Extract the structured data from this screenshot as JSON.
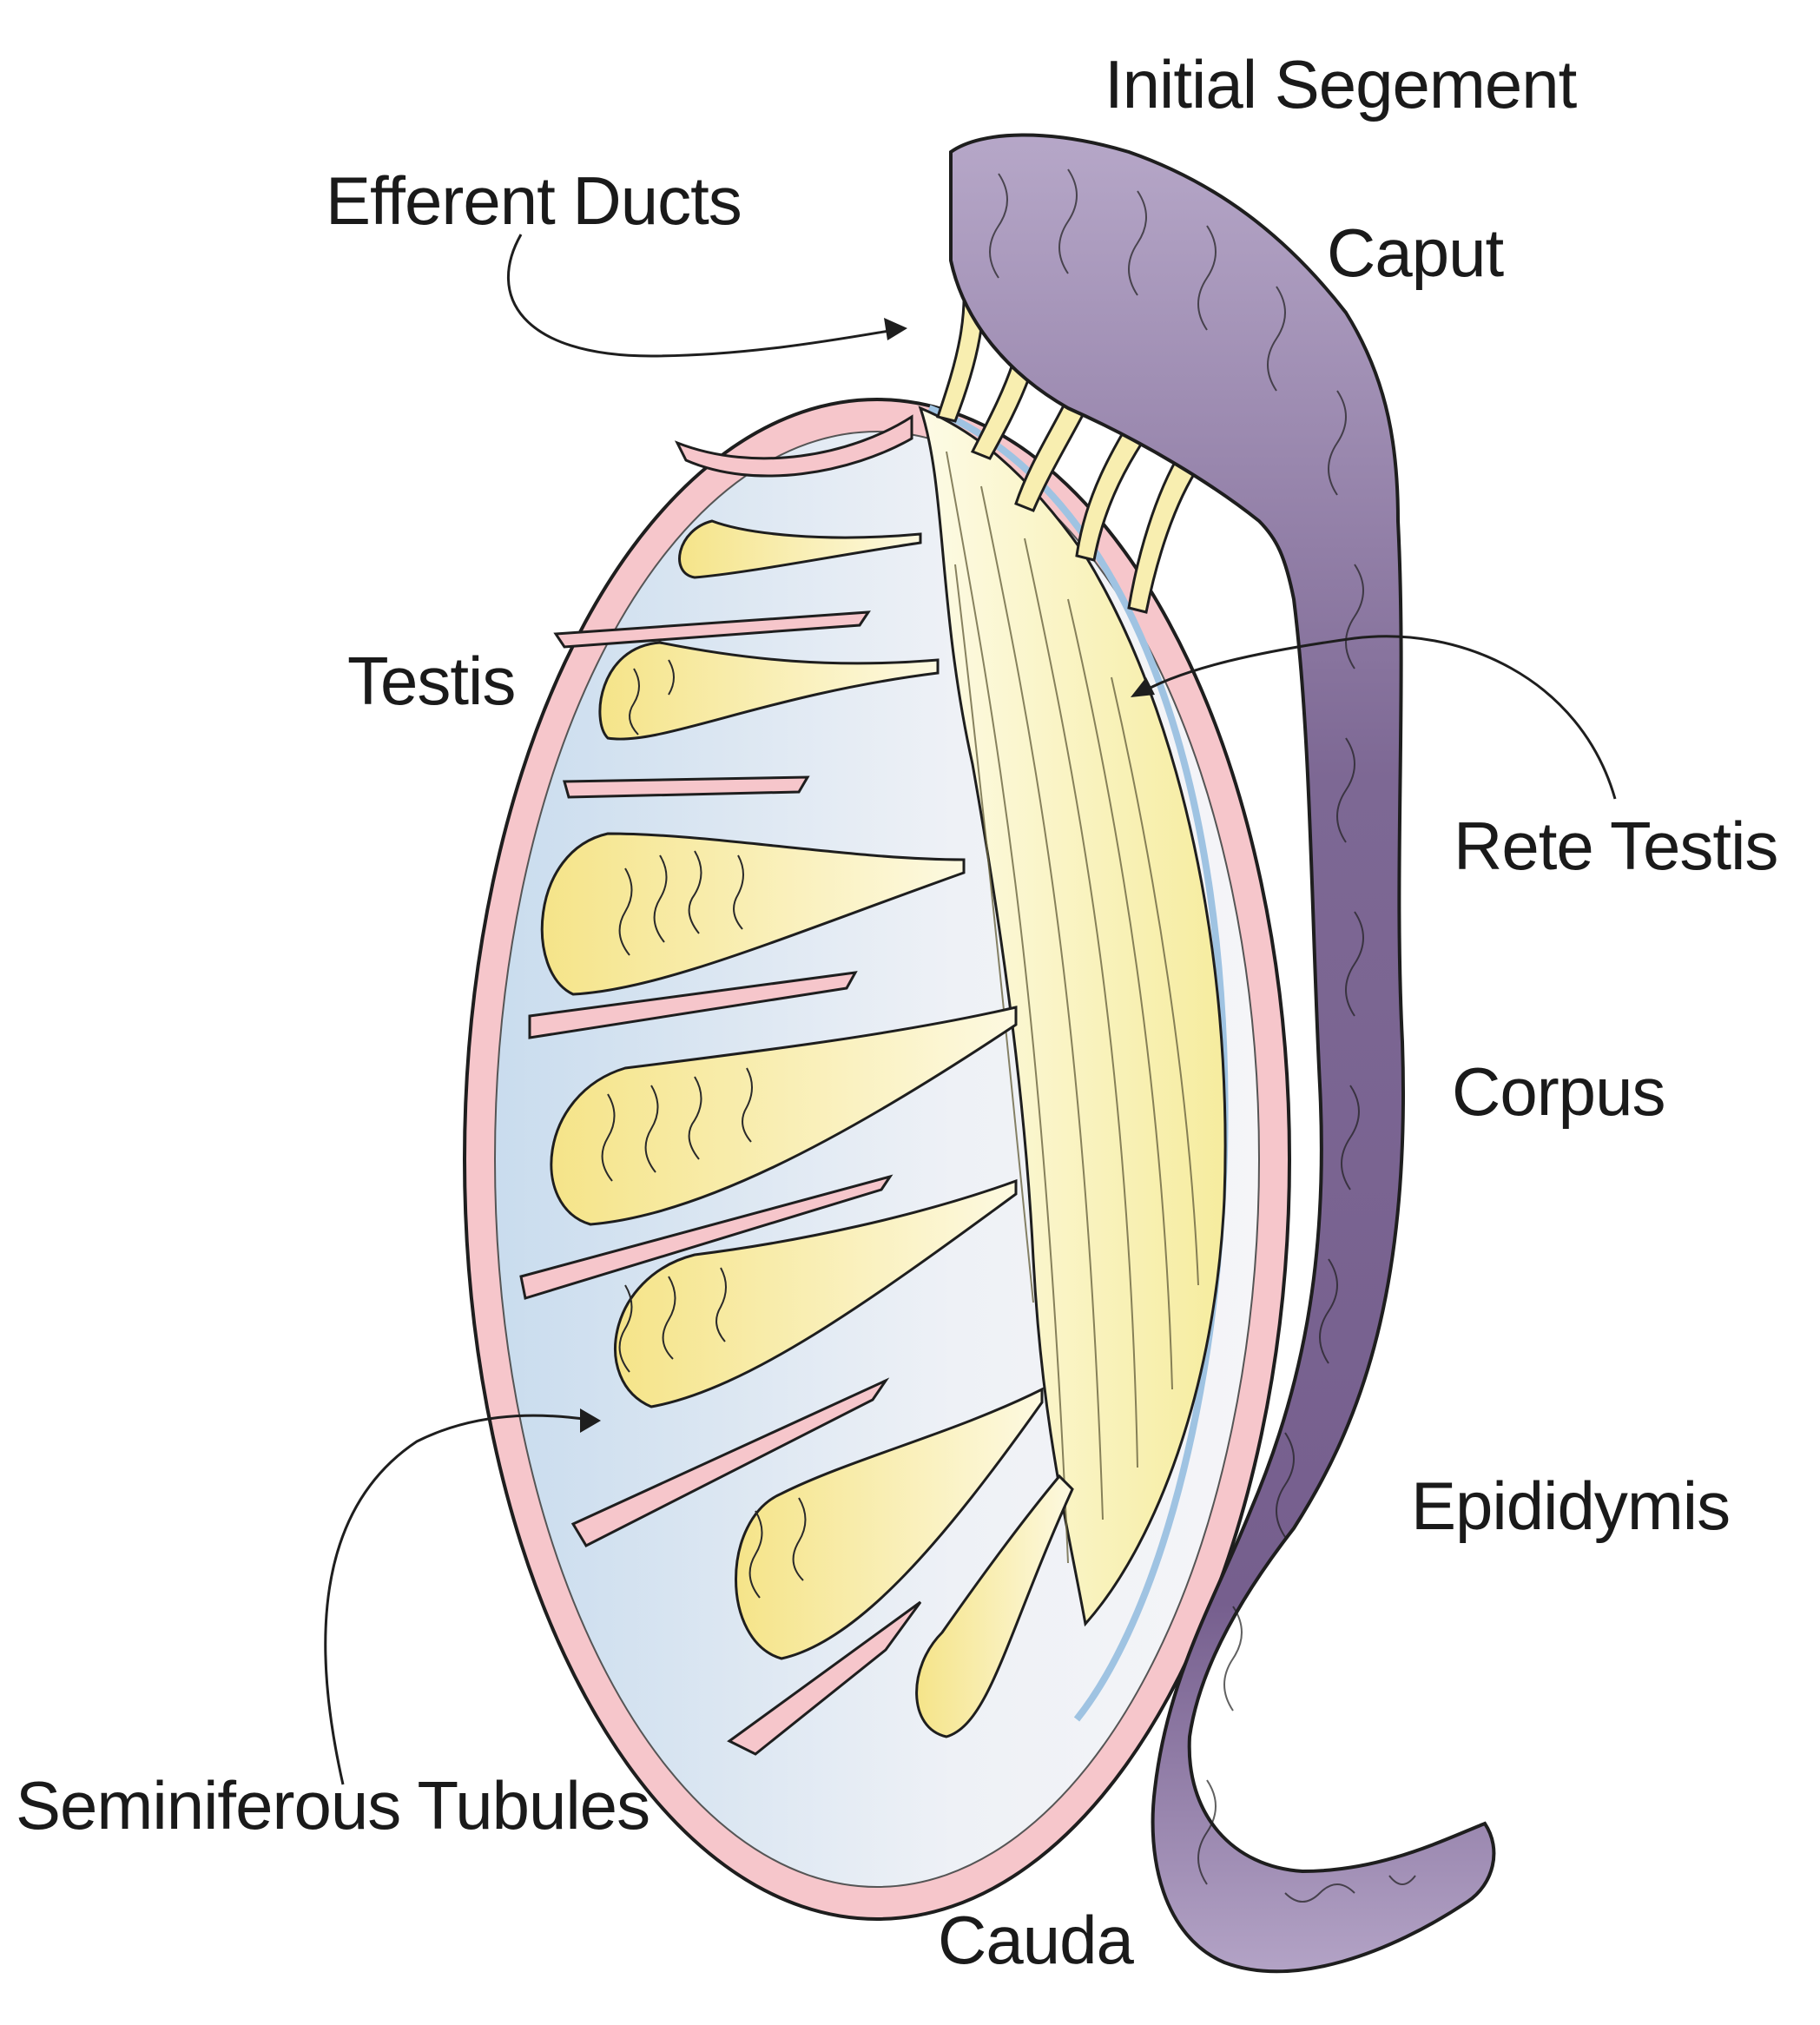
{
  "labels": {
    "initial_segment": "Initial Segement",
    "efferent_ducts": "Efferent Ducts",
    "caput": "Caput",
    "testis": "Testis",
    "rete_testis": "Rete Testis",
    "corpus": "Corpus",
    "epididymis": "Epididymis",
    "seminiferous_tubules": "Seminiferous Tubules",
    "cauda": "Cauda"
  },
  "colors": {
    "tunica": "#f6c6cb",
    "lobule_fill": "#e6ecf4",
    "tubule": "#f8eeb0",
    "rete": "#faf4c8",
    "epididymis": "#7a6590",
    "outline": "#1e1e1e"
  }
}
